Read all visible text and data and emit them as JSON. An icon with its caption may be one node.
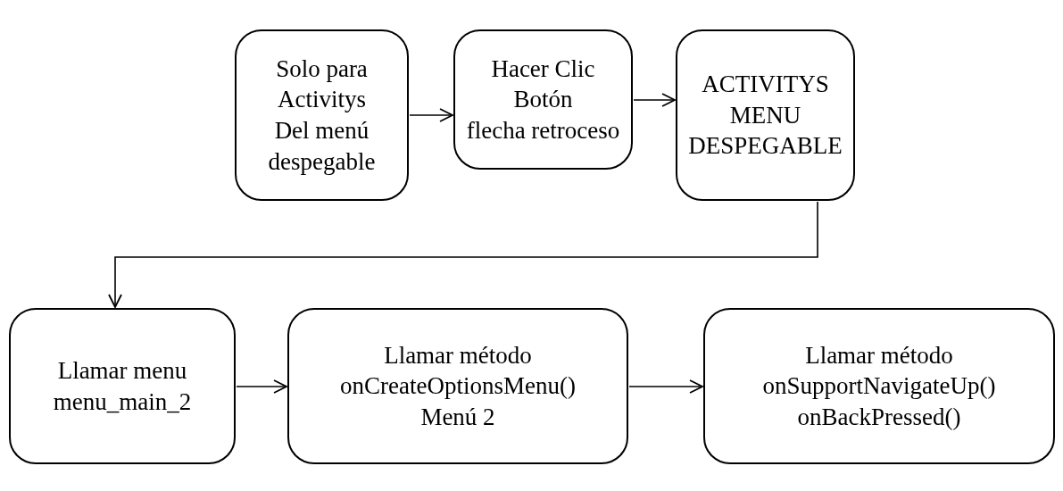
{
  "diagram": {
    "nodes": [
      {
        "text": [
          "Solo para",
          "Activitys",
          "Del menú",
          "despegable"
        ]
      },
      {
        "text": [
          "Hacer Clic",
          "Botón",
          "flecha retroceso"
        ]
      },
      {
        "text": [
          "ACTIVITYS",
          "MENU",
          "DESPEGABLE"
        ]
      },
      {
        "text": [
          "Llamar menu",
          "menu_main_2"
        ]
      },
      {
        "text": [
          "Llamar método",
          "onCreateOptionsMenu()",
          "Menú 2"
        ]
      },
      {
        "text": [
          "Llamar método",
          "onSupportNavigateUp()",
          "onBackPressed()"
        ]
      }
    ],
    "edges": [
      {
        "from": 0,
        "to": 1,
        "arrow": "to"
      },
      {
        "from": 1,
        "to": 2,
        "arrow": "to"
      },
      {
        "from": 2,
        "to": 3,
        "arrow": "to"
      },
      {
        "from": 3,
        "to": 4,
        "arrow": "to"
      },
      {
        "from": 4,
        "to": 5,
        "arrow": "to"
      }
    ]
  }
}
